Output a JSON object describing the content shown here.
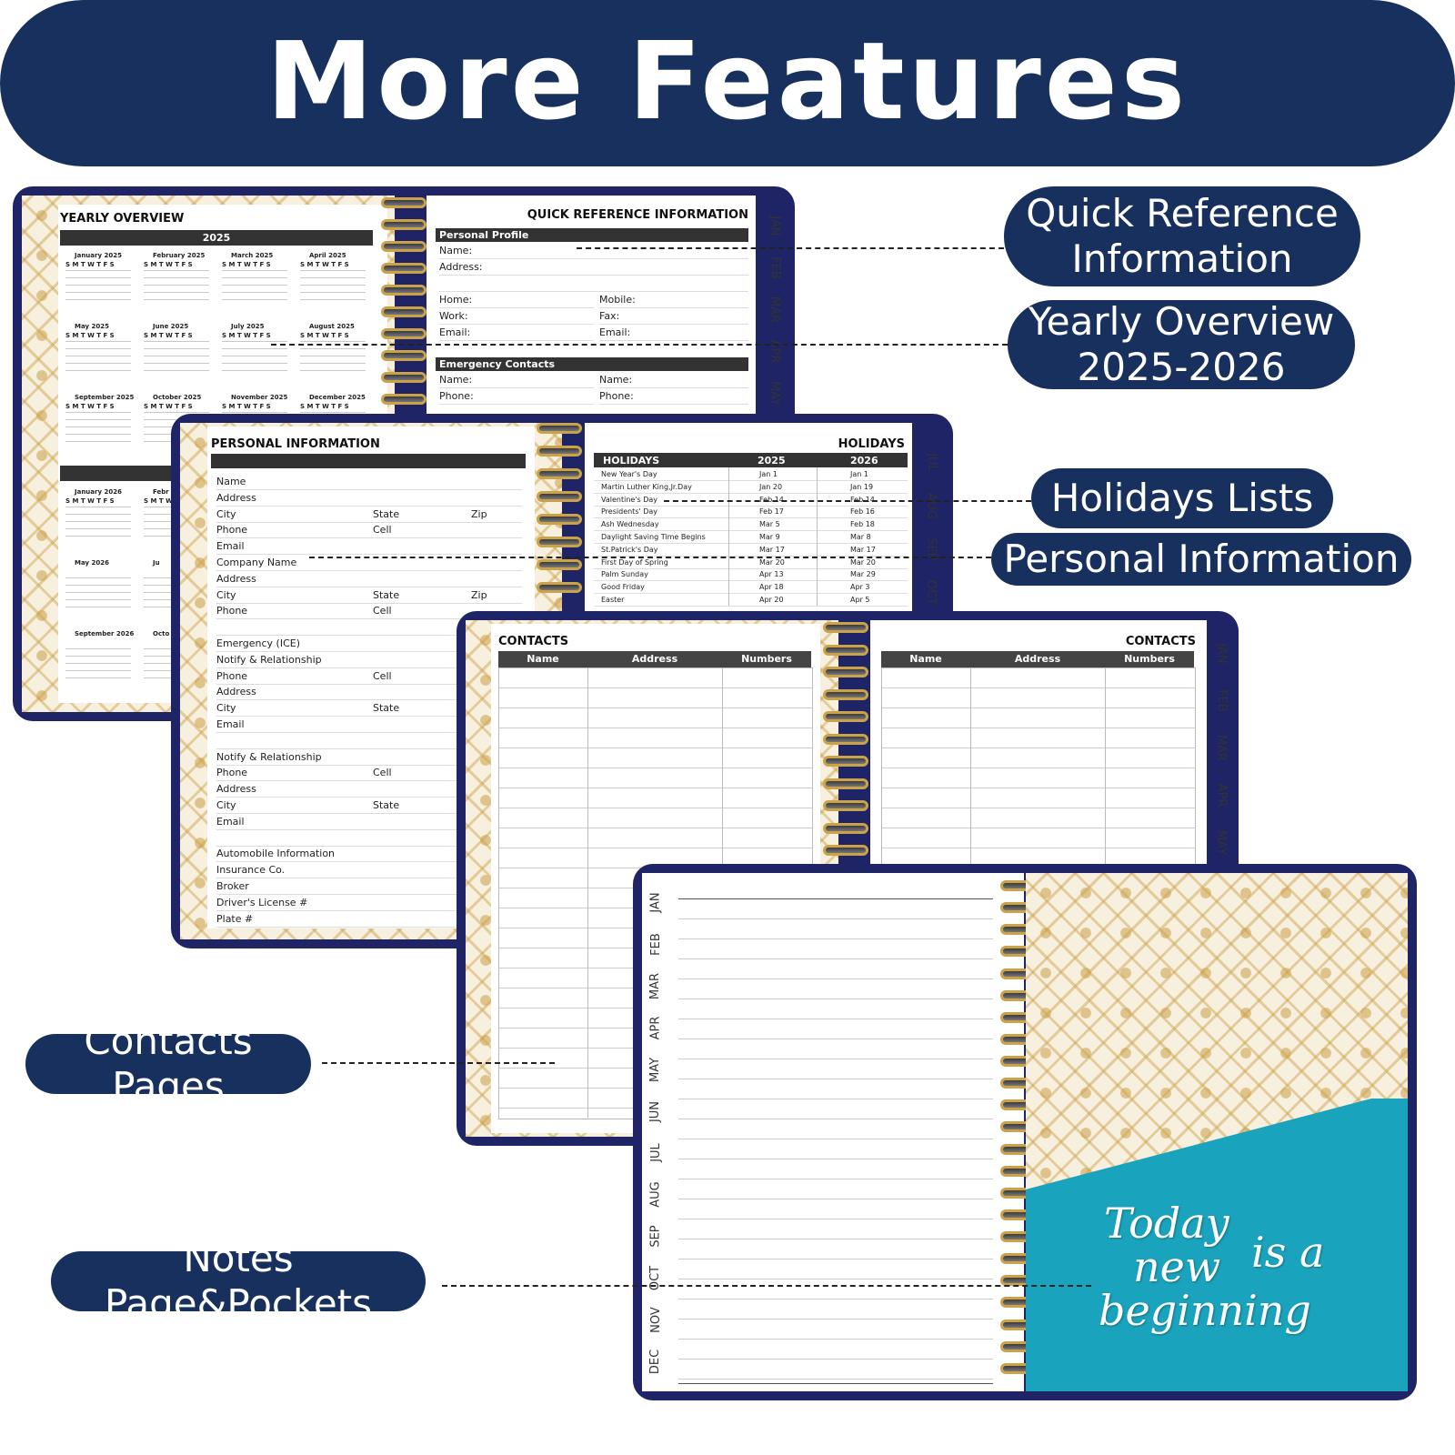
{
  "banner": {
    "title": "More Features"
  },
  "callouts": {
    "quick_reference": "Quick Reference\nInformation",
    "yearly_overview": "Yearly Overview\n2025-2026",
    "holidays": "Holidays Lists",
    "personal_info": "Personal Information",
    "contacts": "Contacts Pages",
    "notes": "Notes Page&Pockets"
  },
  "yearly": {
    "title": "YEARLY OVERVIEW",
    "year1": "2025",
    "months1": [
      "January 2025",
      "February 2025",
      "March 2025",
      "April 2025",
      "May 2025",
      "June 2025",
      "July 2025",
      "August 2025",
      "September 2025",
      "October 2025",
      "November 2025",
      "December 2025"
    ],
    "months2": [
      "January 2026",
      "Febr",
      "May 2026",
      "Ju",
      "September 2026",
      "Octo"
    ],
    "dow": "S M T W T F S"
  },
  "quickref": {
    "title": "QUICK REFERENCE INFORMATION",
    "profile": "Personal Profile",
    "name": "Name:",
    "address": "Address:",
    "home": "Home:",
    "mobile": "Mobile:",
    "work": "Work:",
    "fax": "Fax:",
    "email": "Email:",
    "emergency": "Emergency Contacts",
    "phone": "Phone:"
  },
  "tabs_top": [
    "JAN",
    "FEB",
    "MAR",
    "APR",
    "MAY"
  ],
  "personal": {
    "title": "PERSONAL INFORMATION",
    "rows": [
      "Name",
      "Address",
      "City",
      "Phone",
      "Email",
      "Company Name",
      "Address",
      "City",
      "Phone",
      "",
      "Emergency (ICE)",
      "Notify & Relationship",
      "Phone",
      "Address",
      "City",
      "Email",
      "",
      "Notify & Relationship",
      "Phone",
      "Address",
      "City",
      "Email",
      "",
      "Automobile Information",
      "Insurance Co.",
      "Broker",
      "Driver's License #",
      "Plate #"
    ],
    "state": "State",
    "zip": "Zip",
    "cell": "Cell"
  },
  "holidays": {
    "title": "HOLIDAYS",
    "col_holiday": "HOLIDAYS",
    "col_2025": "2025",
    "col_2026": "2026",
    "rows": [
      [
        "New Year's Day",
        "Jan 1",
        "Jan 1"
      ],
      [
        "Martin Luther King,Jr.Day",
        "Jan 20",
        "Jan 19"
      ],
      [
        "Valentine's Day",
        "Feb 14",
        "Feb 14"
      ],
      [
        "Presidents' Day",
        "Feb 17",
        "Feb 16"
      ],
      [
        "Ash Wednesday",
        "Mar 5",
        "Feb 18"
      ],
      [
        "Daylight Saving Time Begins",
        "Mar 9",
        "Mar 8"
      ],
      [
        "St.Patrick's Day",
        "Mar 17",
        "Mar 17"
      ],
      [
        "First Day of Spring",
        "Mar 20",
        "Mar 20"
      ],
      [
        "Palm Sunday",
        "Apr 13",
        "Mar 29"
      ],
      [
        "Good Friday",
        "Apr 18",
        "Apr 3"
      ],
      [
        "Easter",
        "Apr 20",
        "Apr 5"
      ]
    ]
  },
  "tabs_mid": [
    "JUL",
    "AUG",
    "SEP",
    "OCT"
  ],
  "contacts": {
    "title": "CONTACTS",
    "cols": [
      "Name",
      "Address",
      "Numbers"
    ]
  },
  "tabs_contacts": [
    "JAN",
    "FEB",
    "MAR",
    "APR",
    "MAY"
  ],
  "tabs_notes": [
    "JAN",
    "FEB",
    "MAR",
    "APR",
    "MAY",
    "JUN",
    "JUL",
    "AUG",
    "SEP",
    "OCT",
    "NOV",
    "DEC"
  ],
  "quote": {
    "line1": "Today",
    "line2": "is a",
    "line3": "new",
    "line4": "beginning"
  },
  "colors": {
    "navy": "#18305e",
    "teal": "#1aa3bd",
    "gold": "#c9a24a"
  }
}
